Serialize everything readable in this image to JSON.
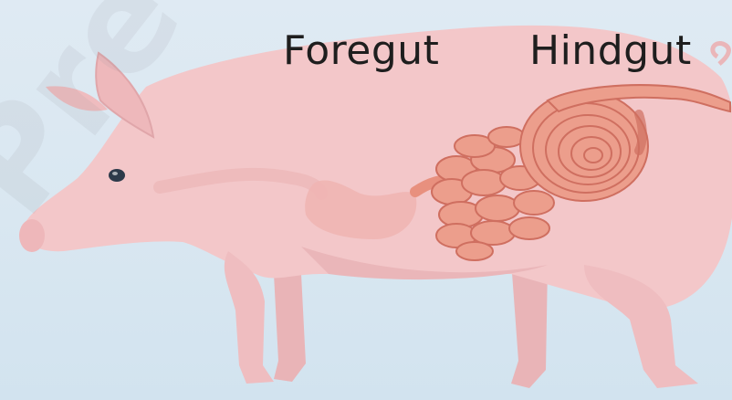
{
  "labels": {
    "foregut": "Foregut",
    "hindgut": "Hindgut"
  },
  "watermark": {
    "text": "Pre-proof"
  },
  "colors": {
    "background": "#dae7f1",
    "body_skin": "#f3c7c9",
    "body_shadow": "#eab6b9",
    "intestine": "#e8907e",
    "intestine_outline": "#cf6f60",
    "stomach": "#f0b5b3"
  }
}
